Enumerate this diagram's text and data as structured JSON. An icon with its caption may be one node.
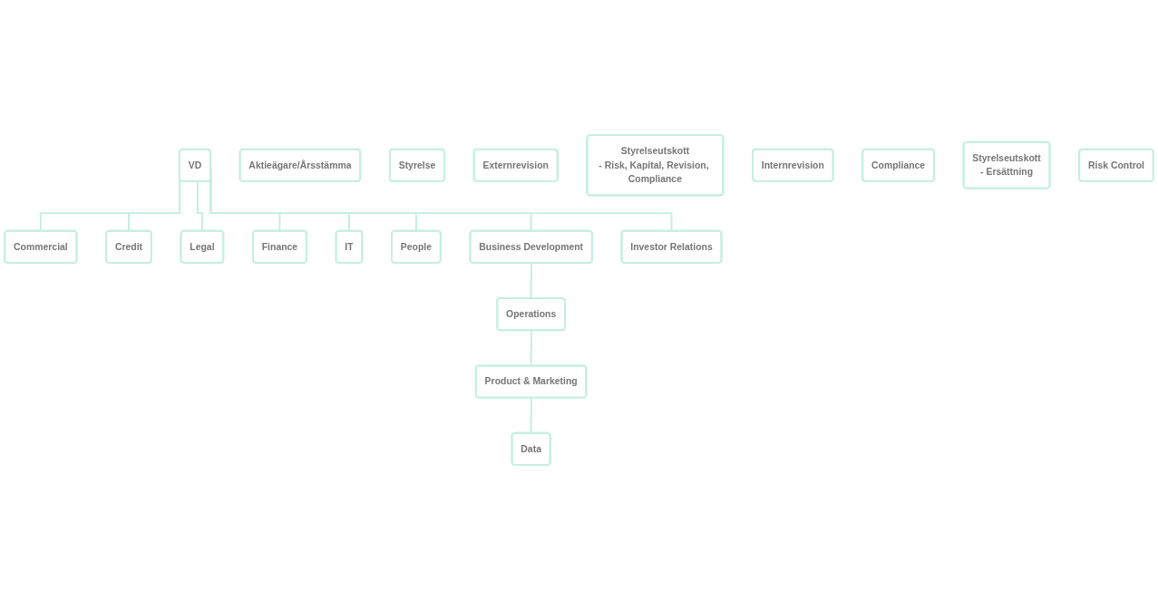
{
  "diagram": {
    "nodes": [
      {
        "text": [
          "Aktieägare/Årsstämma"
        ]
      },
      {
        "text": [
          "Styrelse"
        ]
      },
      {
        "text": [
          "Externrevision"
        ]
      },
      {
        "text": [
          "Styrelseutskott",
          "- Risk, Kapital, Revision, Compliance"
        ]
      },
      {
        "text": [
          "Internrevision"
        ]
      },
      {
        "text": [
          "Compliance"
        ]
      },
      {
        "text": [
          "Styrelseutskott",
          "- Ersättning"
        ]
      },
      {
        "text": [
          "Risk Control"
        ]
      },
      {
        "text": [
          "VD"
        ]
      },
      {
        "text": [
          "Commercial"
        ]
      },
      {
        "text": [
          "Credit"
        ]
      },
      {
        "text": [
          "Legal"
        ]
      },
      {
        "text": [
          "Finance"
        ]
      },
      {
        "text": [
          "IT"
        ]
      },
      {
        "text": [
          "People"
        ]
      },
      {
        "text": [
          "Business Development"
        ]
      },
      {
        "text": [
          "Investor Relations"
        ]
      },
      {
        "text": [
          "Operations"
        ]
      },
      {
        "text": [
          "Product & Marketing"
        ]
      },
      {
        "text": [
          "Data"
        ]
      }
    ],
    "edges": [
      {
        "from": 8,
        "to": 9,
        "arrow": "none"
      },
      {
        "from": 8,
        "to": 10,
        "arrow": "none"
      },
      {
        "from": 8,
        "to": 11,
        "arrow": "none"
      },
      {
        "from": 8,
        "to": 12,
        "arrow": "none"
      },
      {
        "from": 8,
        "to": 13,
        "arrow": "none"
      },
      {
        "from": 8,
        "to": 14,
        "arrow": "none"
      },
      {
        "from": 8,
        "to": 15,
        "arrow": "none"
      },
      {
        "from": 8,
        "to": 16,
        "arrow": "none"
      },
      {
        "from": 15,
        "to": 17,
        "arrow": "none"
      },
      {
        "from": 17,
        "to": 18,
        "arrow": "none"
      },
      {
        "from": 18,
        "to": 19,
        "arrow": "none"
      }
    ]
  }
}
